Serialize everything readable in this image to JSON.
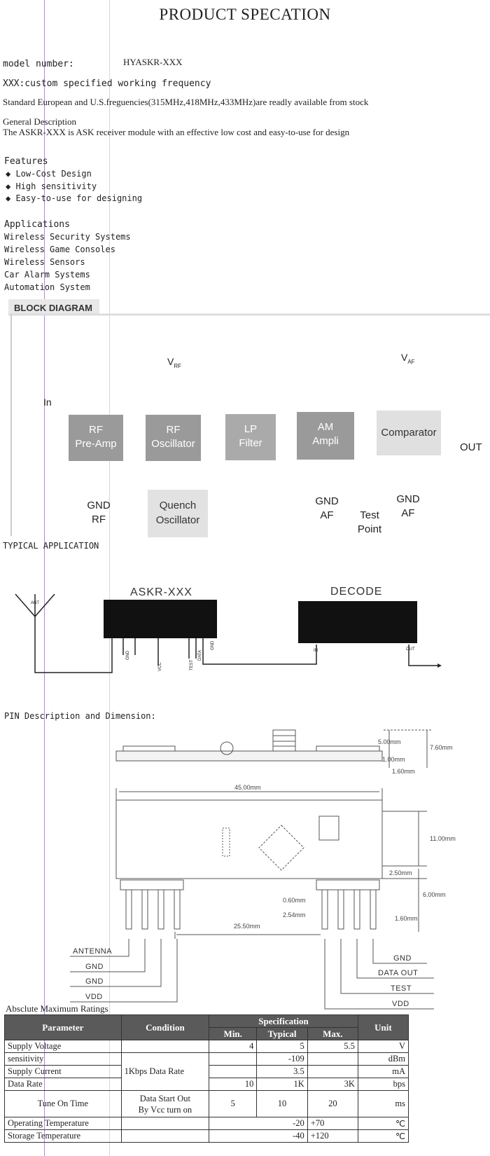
{
  "title": "PRODUCT SPECATION",
  "model": {
    "label": "model number:",
    "value": "HYASKR-XXX"
  },
  "intro": {
    "custom": "XXX:custom specified working frequency",
    "standard": "Standard European and U.S.freguencies(315MHz,418MHz,433MHz)are readly available from stock"
  },
  "general": {
    "heading": "General Description",
    "text": "The   ASKR-XXX is  ASK receiver module with an effective low cost and easy-to-use for design"
  },
  "features": {
    "heading": "Features",
    "items": [
      "Low-Cost Design",
      "High sensitivity",
      "Easy-to-use for designing"
    ]
  },
  "applications": {
    "heading": "Applications",
    "items": [
      "Wireless Security Systems",
      "Wireless Game Consoles",
      "Wireless Sensors",
      "Car Alarm Systems",
      "Automation System"
    ]
  },
  "block_diagram": {
    "tab": "BLOCK DIAGRAM",
    "in_label": "In",
    "rf_preamp": [
      "RF",
      "Pre-Amp"
    ],
    "rf_osc": [
      "RF",
      "Oscillator"
    ],
    "lp_filter": [
      "LP",
      "Filter"
    ],
    "am_ampli": [
      "AM",
      "Ampli"
    ],
    "comparator": "Comparator",
    "quench": [
      "Quench",
      "Oscillator"
    ],
    "vrf": "V",
    "vrf_sub": "RF",
    "vaf": "V",
    "vaf_sub": "AF",
    "out": "OUT",
    "gnd_rf": [
      "GND",
      "RF"
    ],
    "gnd_af1": [
      "GND",
      "AF"
    ],
    "test_point": [
      "Test",
      "Point"
    ],
    "gnd_af2": [
      "GND",
      "AF"
    ]
  },
  "typical": {
    "heading": "TYPICAL APPLICATION",
    "ant": "ANT",
    "module": "ASKR-XXX",
    "decode": "DECODE",
    "pin_gnd": "GND",
    "pin_vcc": "VCC",
    "pin_test": "TEST",
    "pin_data": "DATA",
    "pin_gnd2": "GND",
    "dec_in": "IN",
    "dec_out": "OUT"
  },
  "pin": {
    "heading": "PIN Description and Dimension:",
    "dims": {
      "d1": "5.00mm",
      "d2": "7.60mm",
      "d3": "1.00mm",
      "d4": "1.60mm",
      "d5": "45.00mm",
      "d6": "11.00mm",
      "d7": "2.50mm",
      "d8": "6.00mm",
      "d9": "0.60mm",
      "d10": "2.54mm",
      "d11": "1.60mm",
      "d12": "25.50mm"
    },
    "left_pins": [
      "ANTENNA",
      "GND",
      "GND",
      "VDD"
    ],
    "right_pins": [
      "GND",
      "DATA OUT",
      "TEST",
      "VDD"
    ]
  },
  "ratings": {
    "heading": "Absclute Maximum Ratings",
    "headers": {
      "parameter": "Parameter",
      "condition": "Condition",
      "specification": "Specification",
      "min": "Min.",
      "typical": "Typical",
      "max": "Max.",
      "unit": "Unit"
    },
    "rows": [
      {
        "parameter": "Supply Voltage",
        "condition": "",
        "min": "4",
        "typ": "5",
        "max": "5.5",
        "unit": "V"
      },
      {
        "parameter": "sensitivity",
        "condition": "1Kbps Data Rate",
        "min": "",
        "typ": "-109",
        "max": "",
        "unit": "dBm"
      },
      {
        "parameter": "Supply Current",
        "condition": "",
        "min": "",
        "typ": "3.5",
        "max": "",
        "unit": "mA"
      },
      {
        "parameter": "Data Rate",
        "condition": "",
        "min": "10",
        "typ": "1K",
        "max": "3K",
        "unit": "bps"
      },
      {
        "parameter": "Tune On Time",
        "condition": [
          "Data Start Out",
          "By Vcc turn on"
        ],
        "min": "5",
        "typ": "10",
        "max": "20",
        "unit": "ms"
      },
      {
        "parameter": "Operating Temperature",
        "condition": "",
        "min": "-20",
        "typ": "",
        "max": "+70",
        "unit": "℃"
      },
      {
        "parameter": "Storage Temperature",
        "condition": "",
        "min": "-40",
        "typ": "",
        "max": "+120",
        "unit": "℃"
      }
    ]
  }
}
